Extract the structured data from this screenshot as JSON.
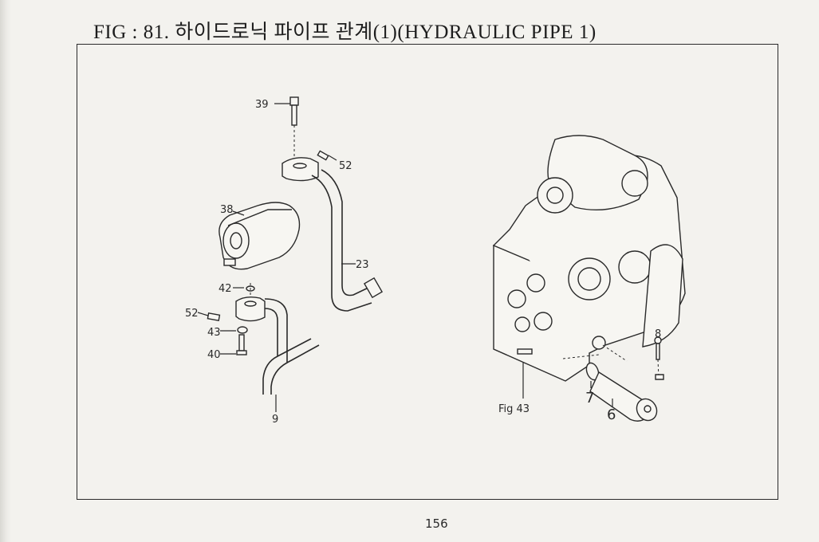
{
  "figure": {
    "title": "FIG : 81. 하이드로닉 파이프 관계(1)(HYDRAULIC PIPE 1)"
  },
  "callouts": {
    "c39": "39",
    "c52_top": "52",
    "c38": "38",
    "c23": "23",
    "c42": "42",
    "c52_left": "52",
    "c43": "43",
    "c40": "40",
    "c9": "9",
    "c8": "8",
    "c7": "7",
    "c6": "6",
    "fig43": "Fig 43"
  },
  "page": {
    "number": "156"
  }
}
